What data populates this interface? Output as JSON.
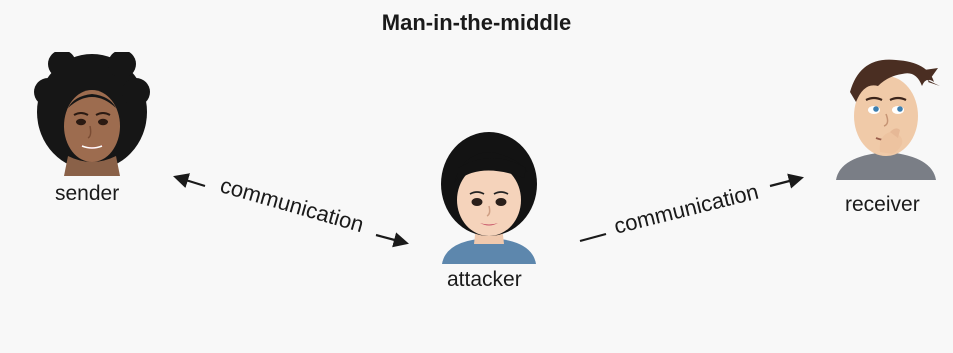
{
  "title": "Man-in-the-middle",
  "people": {
    "sender": {
      "label": "sender",
      "icon": "woman-curly-hair-avatar"
    },
    "attacker": {
      "label": "attacker",
      "icon": "woman-short-black-hair-avatar"
    },
    "receiver": {
      "label": "receiver",
      "icon": "man-thinking-avatar"
    }
  },
  "links": {
    "left": {
      "label": "communication",
      "direction": "bidirectional"
    },
    "right": {
      "label": "communication",
      "direction": "toward-receiver"
    }
  },
  "colors": {
    "text": "#1a1a1a",
    "background": "#f8f8f8"
  }
}
